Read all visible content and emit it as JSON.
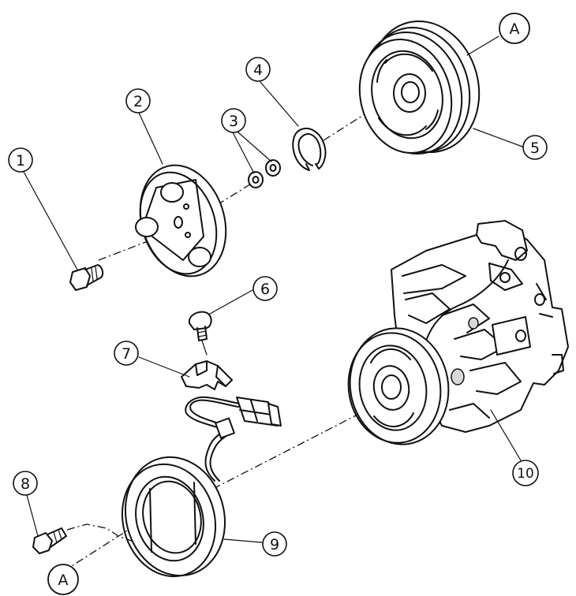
{
  "callouts": {
    "c1": "1",
    "c2": "2",
    "c3": "3",
    "c4": "4",
    "c5": "5",
    "c6": "6",
    "c7": "7",
    "c8": "8",
    "c9": "9",
    "c10": "10",
    "ref_a_top": "A",
    "ref_a_bottom": "A"
  }
}
